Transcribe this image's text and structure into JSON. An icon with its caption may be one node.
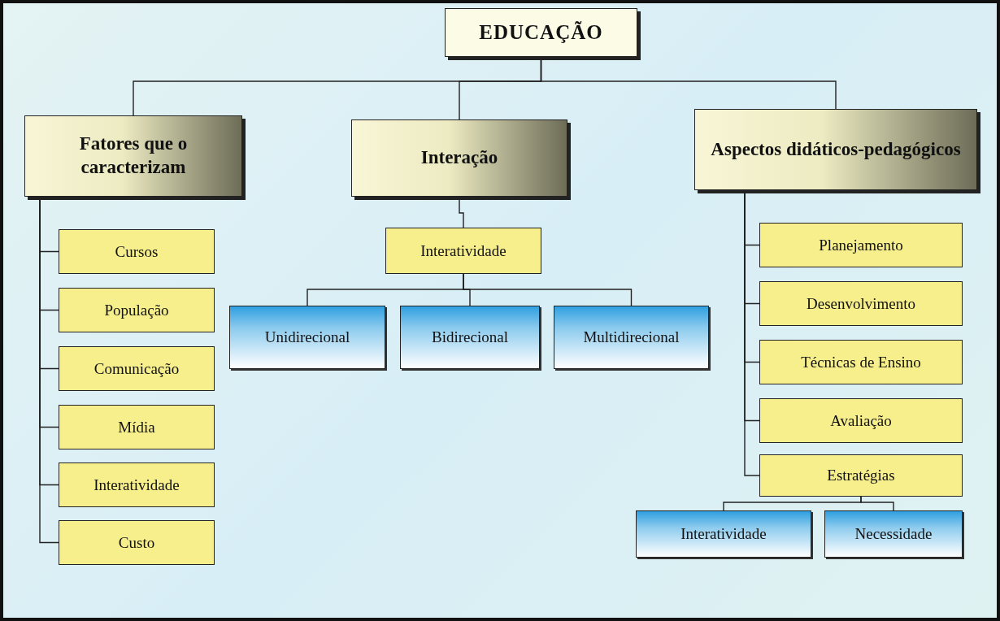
{
  "diagram": {
    "nodes": [
      {
        "text": [
          "EDUCAÇÃO"
        ]
      },
      {
        "text": [
          "Fatores que o caracterizam"
        ]
      },
      {
        "text": [
          "Interação"
        ]
      },
      {
        "text": [
          "Aspectos didáticos-pedagógicos"
        ]
      },
      {
        "text": [
          "Cursos"
        ]
      },
      {
        "text": [
          "População"
        ]
      },
      {
        "text": [
          "Comunicação"
        ]
      },
      {
        "text": [
          "Mídia"
        ]
      },
      {
        "text": [
          "Interatividade"
        ]
      },
      {
        "text": [
          "Custo"
        ]
      },
      {
        "text": [
          "Interatividade"
        ]
      },
      {
        "text": [
          "Unidirecional"
        ]
      },
      {
        "text": [
          "Bidirecional"
        ]
      },
      {
        "text": [
          "Multidirecional"
        ]
      },
      {
        "text": [
          "Planejamento"
        ]
      },
      {
        "text": [
          "Desenvolvimento"
        ]
      },
      {
        "text": [
          "Técnicas de Ensino"
        ]
      },
      {
        "text": [
          "Avaliação"
        ]
      },
      {
        "text": [
          "Estratégias"
        ]
      },
      {
        "text": [
          "Interatividade"
        ]
      },
      {
        "text": [
          "Necessidade"
        ]
      }
    ],
    "edges": [
      {
        "from": 0,
        "to": 1,
        "arrow": "none"
      },
      {
        "from": 0,
        "to": 2,
        "arrow": "none"
      },
      {
        "from": 0,
        "to": 3,
        "arrow": "none"
      },
      {
        "from": 1,
        "to": 4,
        "arrow": "none"
      },
      {
        "from": 1,
        "to": 5,
        "arrow": "none"
      },
      {
        "from": 1,
        "to": 6,
        "arrow": "none"
      },
      {
        "from": 1,
        "to": 7,
        "arrow": "none"
      },
      {
        "from": 1,
        "to": 8,
        "arrow": "none"
      },
      {
        "from": 1,
        "to": 9,
        "arrow": "none"
      },
      {
        "from": 2,
        "to": 10,
        "arrow": "none"
      },
      {
        "from": 10,
        "to": 11,
        "arrow": "none"
      },
      {
        "from": 10,
        "to": 12,
        "arrow": "none"
      },
      {
        "from": 10,
        "to": 13,
        "arrow": "none"
      },
      {
        "from": 3,
        "to": 14,
        "arrow": "none"
      },
      {
        "from": 3,
        "to": 15,
        "arrow": "none"
      },
      {
        "from": 3,
        "to": 16,
        "arrow": "none"
      },
      {
        "from": 3,
        "to": 17,
        "arrow": "none"
      },
      {
        "from": 3,
        "to": 18,
        "arrow": "none"
      },
      {
        "from": 18,
        "to": 19,
        "arrow": "none"
      },
      {
        "from": 18,
        "to": 20,
        "arrow": "none"
      }
    ]
  }
}
